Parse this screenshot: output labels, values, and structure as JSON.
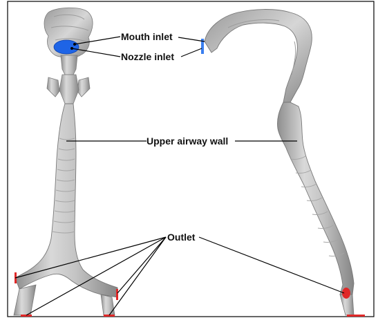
{
  "labels": {
    "mouth_inlet": "Mouth inlet",
    "nozzle_inlet": "Nozzle inlet",
    "upper_airway_wall": "Upper airway wall",
    "outlet": "Outlet"
  },
  "colors": {
    "airway_surface": "#c9c9c9",
    "airway_shadow": "#8f8f8f",
    "mouth_inlet": "#1e64e6",
    "nozzle_inlet": "#3a7ff0",
    "outlet": "#e02828",
    "frame": "#000000"
  }
}
